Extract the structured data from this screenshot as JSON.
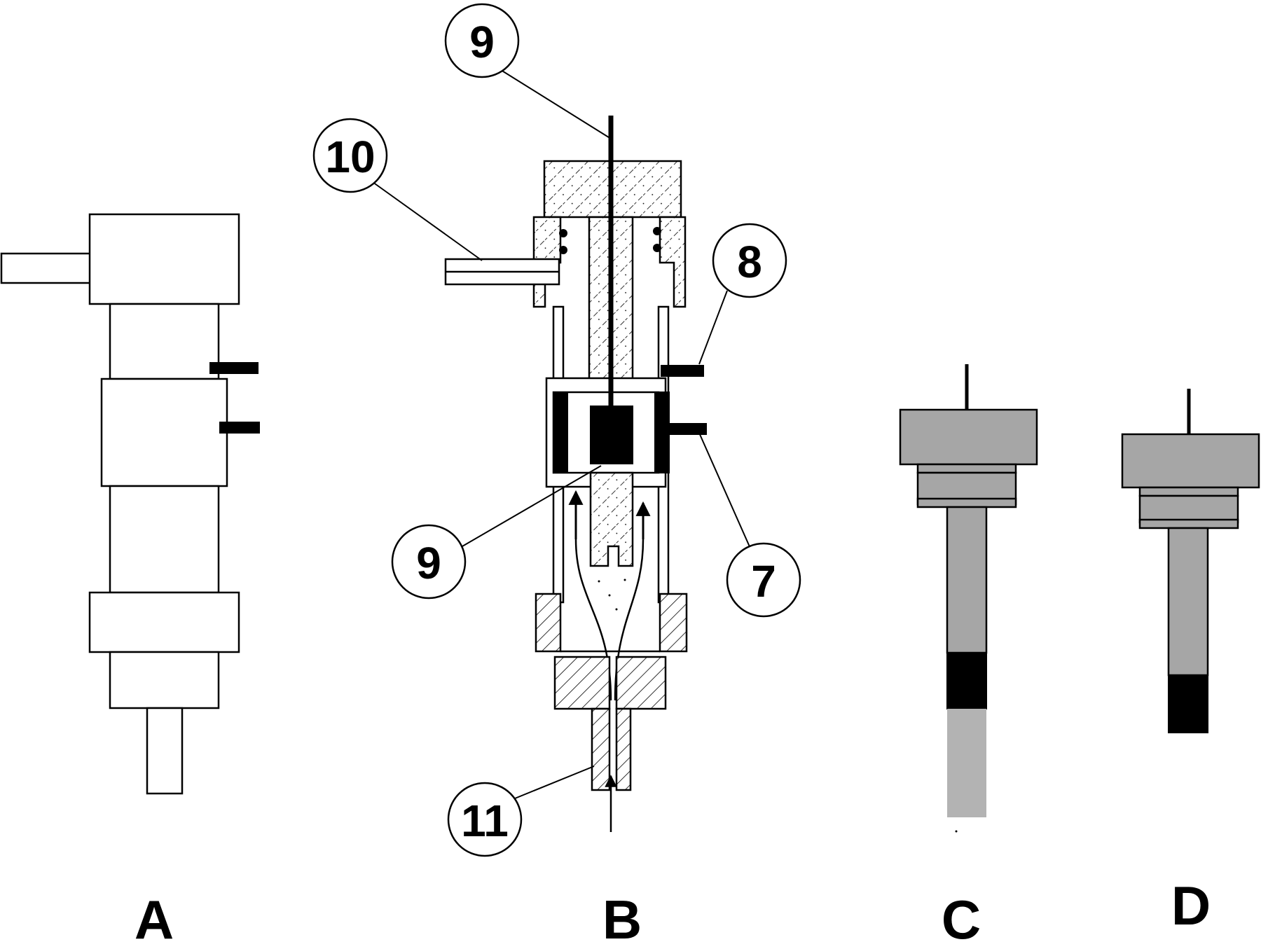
{
  "panels": [
    {
      "id": "A",
      "label": "A"
    },
    {
      "id": "B",
      "label": "B"
    },
    {
      "id": "C",
      "label": "C"
    },
    {
      "id": "D",
      "label": "D"
    }
  ],
  "callouts": {
    "c9_top": "9",
    "c10": "10",
    "c8": "8",
    "c9_bottom": "9",
    "c7": "7",
    "c11": "11"
  }
}
